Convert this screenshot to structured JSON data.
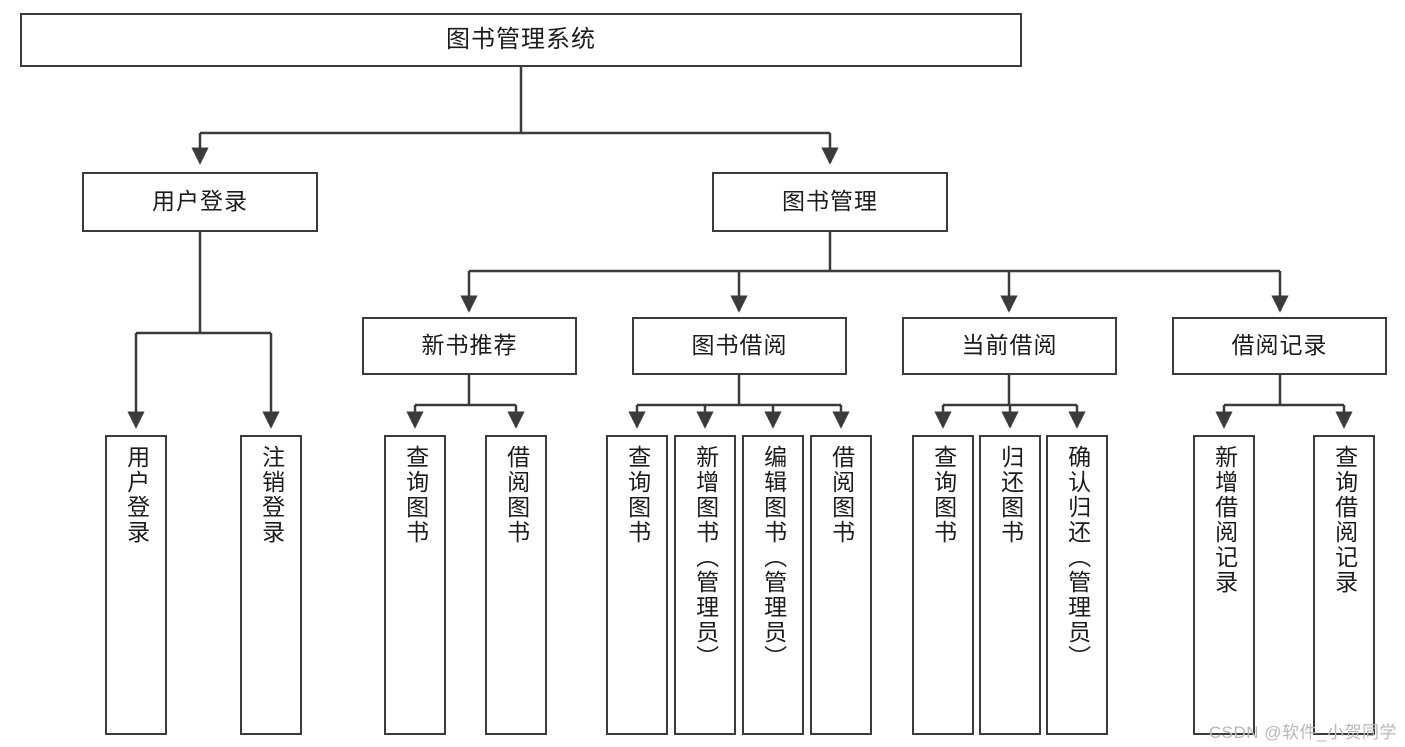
{
  "diagram": {
    "title": "图书管理系统",
    "type": "tree-hierarchy",
    "colors": {
      "background": "#ffffff",
      "stroke": "#3b3b3b",
      "node_fill": "#ffffff",
      "text": "#1c1c1c",
      "watermark": "#b8b8b8"
    },
    "root": {
      "label": "图书管理系统"
    },
    "level1": [
      {
        "label": "用户登录"
      },
      {
        "label": "图书管理"
      }
    ],
    "level2": [
      {
        "label": "新书推荐"
      },
      {
        "label": "图书借阅"
      },
      {
        "label": "当前借阅"
      },
      {
        "label": "借阅记录"
      }
    ],
    "leaves": {
      "user_login": [
        {
          "label": "用户登录"
        },
        {
          "label": "注销登录"
        }
      ],
      "new_book_recommend": [
        {
          "label": "查询图书"
        },
        {
          "label": "借阅图书"
        }
      ],
      "book_borrow": [
        {
          "label": "查询图书"
        },
        {
          "label": "新增图书（管理员）"
        },
        {
          "label": "编辑图书（管理员）"
        },
        {
          "label": "借阅图书"
        }
      ],
      "current_borrow": [
        {
          "label": "查询图书"
        },
        {
          "label": "归还图书"
        },
        {
          "label": "确认归还（管理员）"
        }
      ],
      "borrow_record": [
        {
          "label": "新增借阅记录"
        },
        {
          "label": "查询借阅记录"
        }
      ]
    }
  },
  "watermark": {
    "text": "CSDN @软件_小贺同学"
  }
}
